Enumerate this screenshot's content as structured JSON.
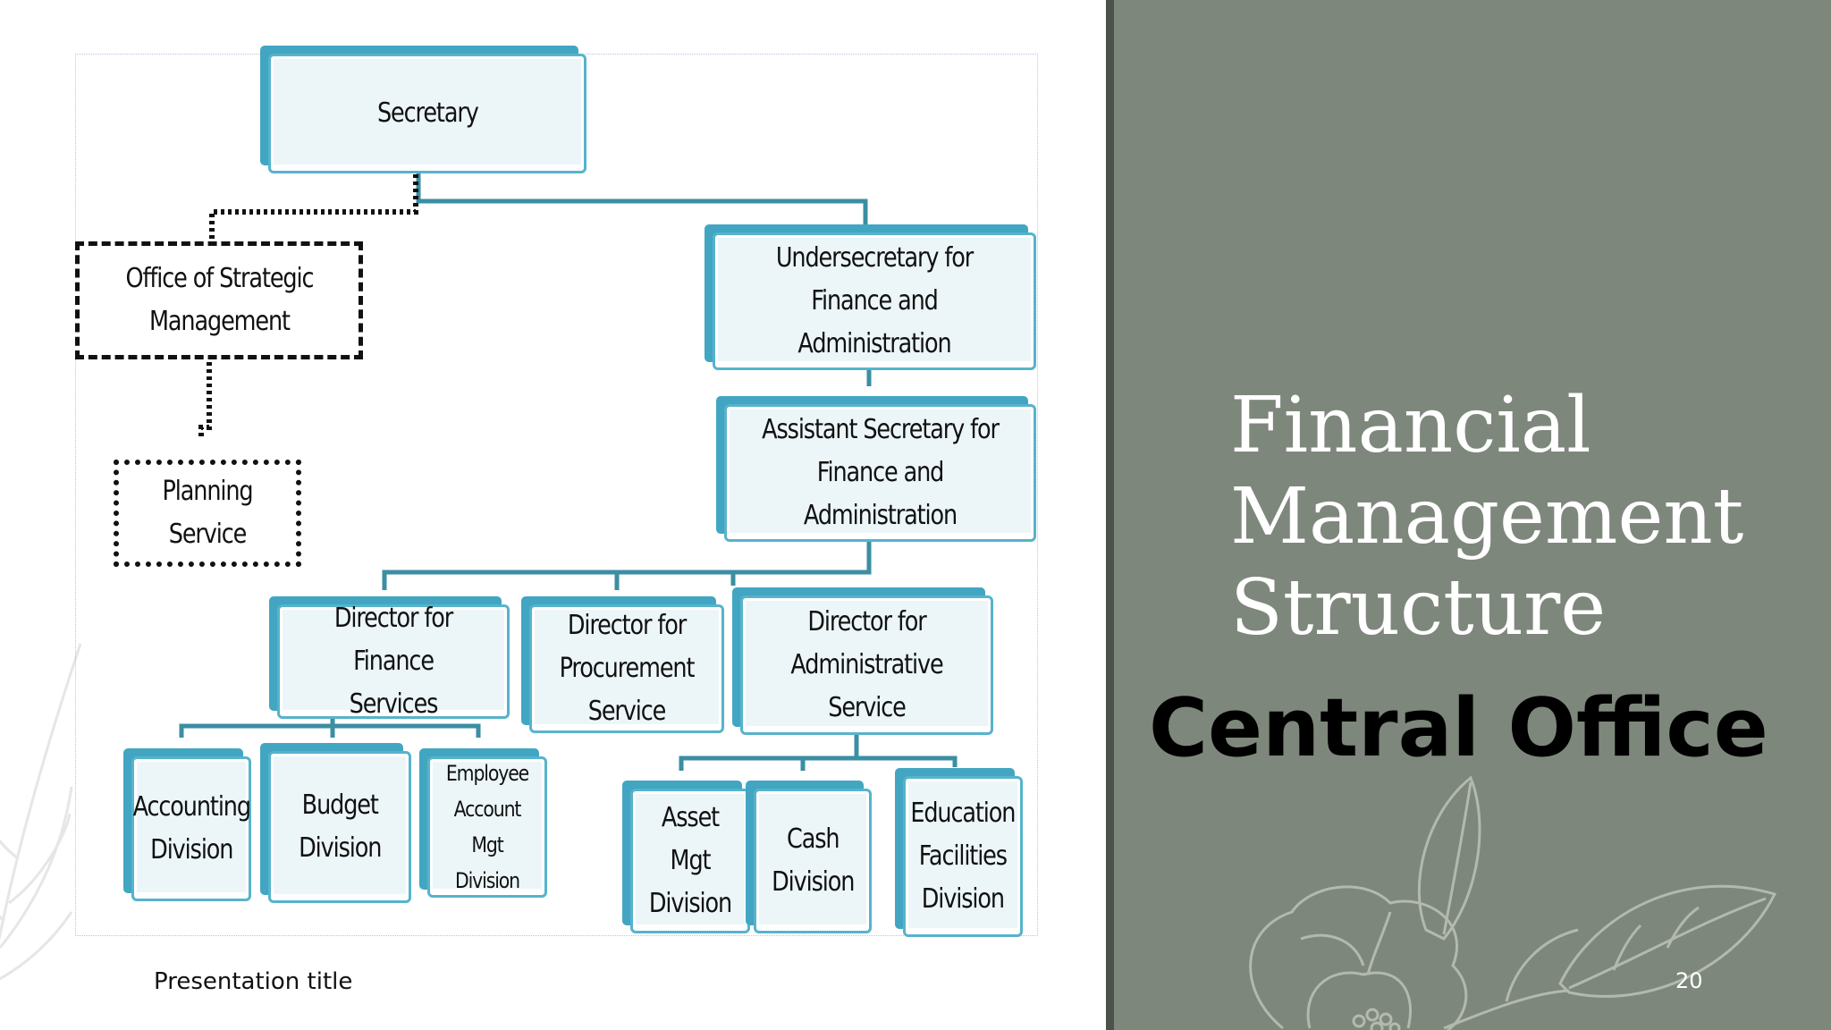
{
  "slide": {
    "title_lines": [
      "Financial",
      "Management",
      "Structure"
    ],
    "subtitle": "Central Office",
    "footer_title": "Presentation title",
    "page_number": "20",
    "colors": {
      "panel": "#7e877b",
      "box_accent": "#42a6c2",
      "box_fill": "#ecf6f9"
    }
  },
  "org_chart": {
    "secretary": "Secretary",
    "strategic": "Office of Strategic\nManagement",
    "planning": "Planning Service",
    "undersecretary": "Undersecretary for Finance and\nAdministration",
    "assistant": "Assistant Secretary for Finance and\nAdministration",
    "dir_finance": "Director for Finance\nServices",
    "dir_procurement": "Director for\nProcurement Service",
    "dir_admin": "Director for Administrative\nService",
    "accounting": "Accounting\nDivision",
    "budget": "Budget\nDivision",
    "employee": "Employee\nAccount Mgt\nDivision",
    "asset": "Asset Mgt\nDivision",
    "cash": "Cash\nDivision",
    "education": "Education\nFacilities\nDivision"
  }
}
